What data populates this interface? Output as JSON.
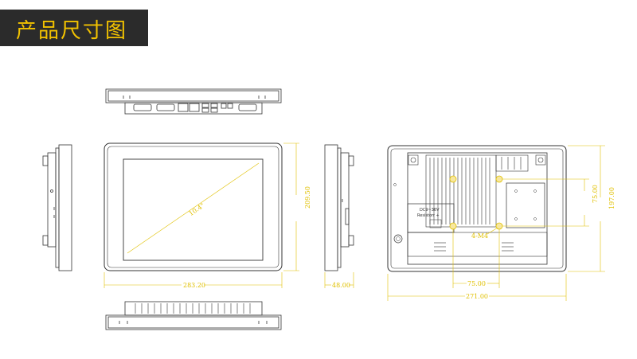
{
  "header": {
    "title": "产品尺寸图"
  },
  "front_view": {
    "diagonal_label": "10.4\"",
    "width_label": "283.20",
    "height_label": "209.50"
  },
  "side_view": {
    "depth_label": "48.00"
  },
  "rear_view": {
    "width_label": "271.00",
    "height_label": "197.00",
    "vesa_h_label": "75.00",
    "vesa_v_label": "75.00",
    "mount_label": "4-M4",
    "power_label": "DC9~36V",
    "power_sub_label": "Resistorr +"
  },
  "colors": {
    "accent": "#f2c200",
    "dimension": "#e0c000",
    "line": "#333333"
  }
}
